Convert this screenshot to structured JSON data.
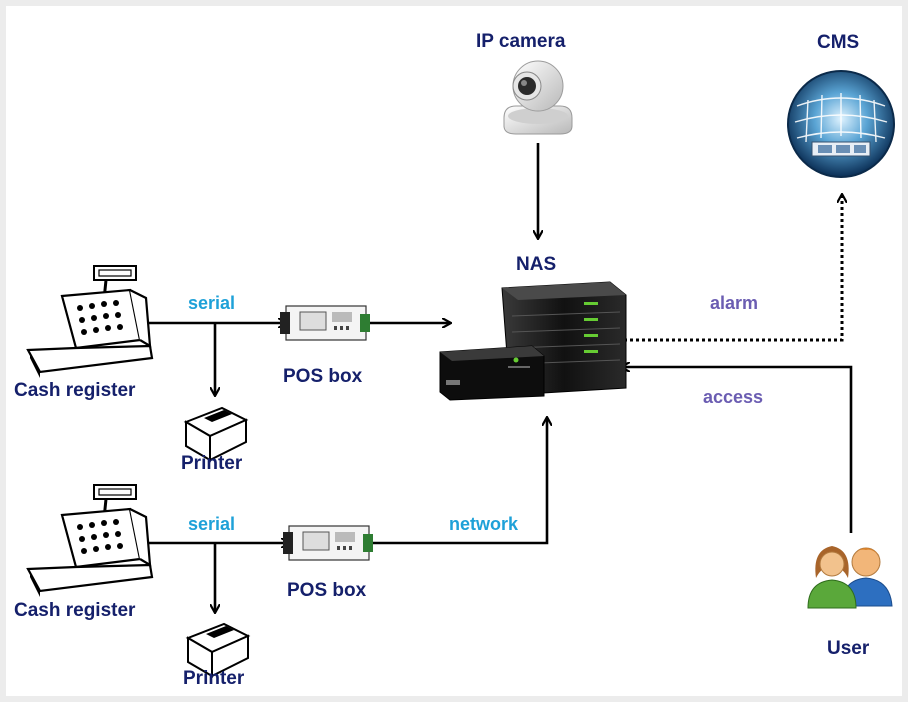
{
  "nodes": {
    "ip_camera": "IP camera",
    "cms": "CMS",
    "nas": "NAS",
    "cash_register_1": "Cash register",
    "cash_register_2": "Cash register",
    "pos_box_1": "POS box",
    "pos_box_2": "POS box",
    "printer_1": "Printer",
    "printer_2": "Printer",
    "user": "User"
  },
  "links": {
    "serial_1": "serial",
    "serial_2": "serial",
    "network": "network",
    "alarm": "alarm",
    "access": "access"
  },
  "colors": {
    "device_label": "#15206b",
    "link_serial": "#1ea1d8",
    "link_network": "#1ea1d8",
    "link_alarm": "#6b5db2",
    "link_access": "#6b5db2",
    "background": "#ececec"
  }
}
